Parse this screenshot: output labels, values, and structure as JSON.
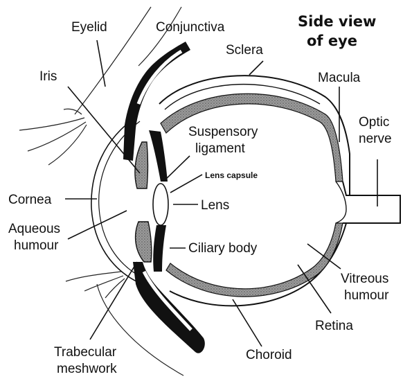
{
  "title": {
    "line1": "Side view",
    "line2": "of eye"
  },
  "labels": {
    "eyelid": "Eyelid",
    "conjunctiva": "Conjunctiva",
    "sclera": "Sclera",
    "iris": "Iris",
    "macula": "Macula",
    "optic_nerve_1": "Optic",
    "optic_nerve_2": "nerve",
    "suspensory_1": "Suspensory",
    "suspensory_2": "ligament",
    "lens_capsule": "Lens capsule",
    "cornea": "Cornea",
    "lens": "Lens",
    "aqueous_1": "Aqueous",
    "aqueous_2": "humour",
    "ciliary_body": "Ciliary body",
    "vitreous_1": "Vitreous",
    "vitreous_2": "humour",
    "retina": "Retina",
    "trabecular_1": "Trabecular",
    "trabecular_2": "meshwork",
    "choroid": "Choroid"
  }
}
